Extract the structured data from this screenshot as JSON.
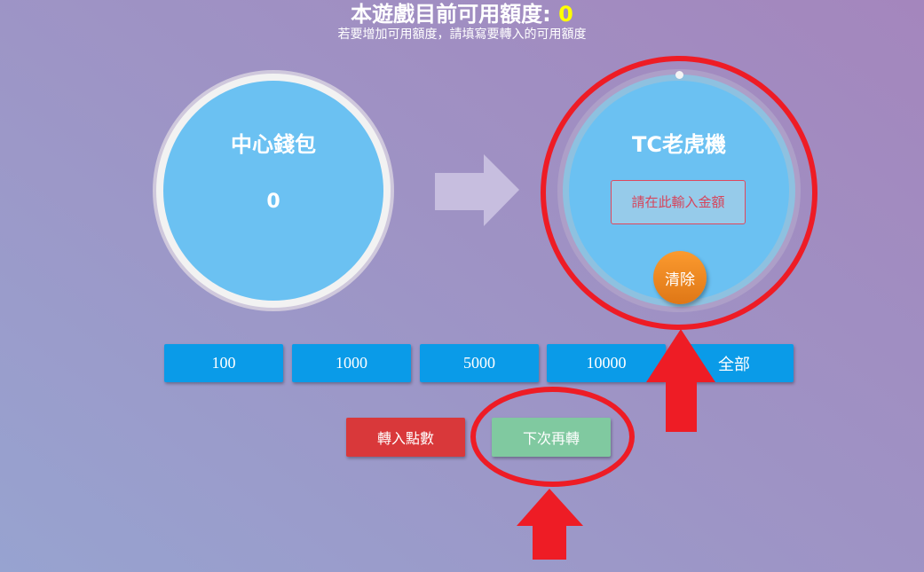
{
  "header": {
    "title": "本遊戲目前可用額度:",
    "available_amount": "0",
    "subtitle": "若要增加可用額度，請填寫要轉入的可用額度"
  },
  "source_wallet": {
    "name": "中心錢包",
    "balance": "0"
  },
  "target_wallet": {
    "name": "TC老虎機",
    "amount_placeholder": "請在此輸入金額",
    "clear_label": "清除"
  },
  "quick_amounts": [
    "100",
    "1000",
    "5000",
    "10000",
    "全部"
  ],
  "actions": {
    "transfer_label": "轉入點數",
    "next_time_label": "下次再轉"
  },
  "colors": {
    "annotation": "#ee1c25",
    "wallet": "#6bc1f2",
    "button": "#0a9be8"
  }
}
